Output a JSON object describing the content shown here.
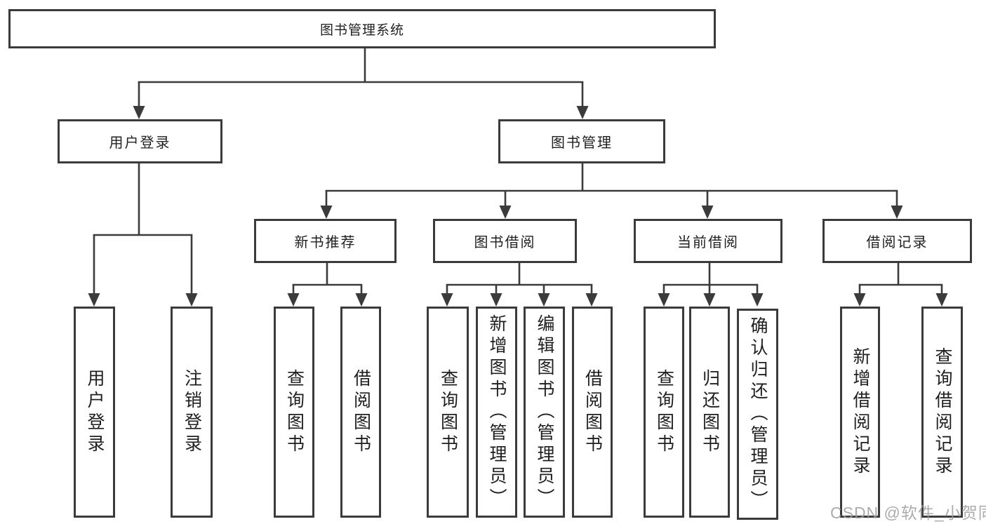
{
  "diagram": {
    "root": "图书管理系统",
    "user": {
      "label": "用户登录",
      "children": [
        "用户登录",
        "注销登录"
      ]
    },
    "mgmt": {
      "label": "图书管理",
      "groups": [
        {
          "label": "新书推荐",
          "children": [
            "查询图书",
            "借阅图书"
          ]
        },
        {
          "label": "图书借阅",
          "children": [
            "查询图书",
            "新增图书（管理员）",
            "编辑图书（管理员）",
            "借阅图书"
          ]
        },
        {
          "label": "当前借阅",
          "children": [
            "查询图书",
            "归还图书",
            "确认归还（管理员）"
          ]
        },
        {
          "label": "借阅记录",
          "children": [
            "新增借阅记录",
            "查询借阅记录"
          ]
        }
      ]
    }
  },
  "watermark": {
    "text": "CSDN @软件_小贺同学"
  },
  "colors": {
    "line": "#3b3b3b",
    "text": "#1f1f1f",
    "background": "#ffffff",
    "watermark": "#9e9e9e"
  }
}
